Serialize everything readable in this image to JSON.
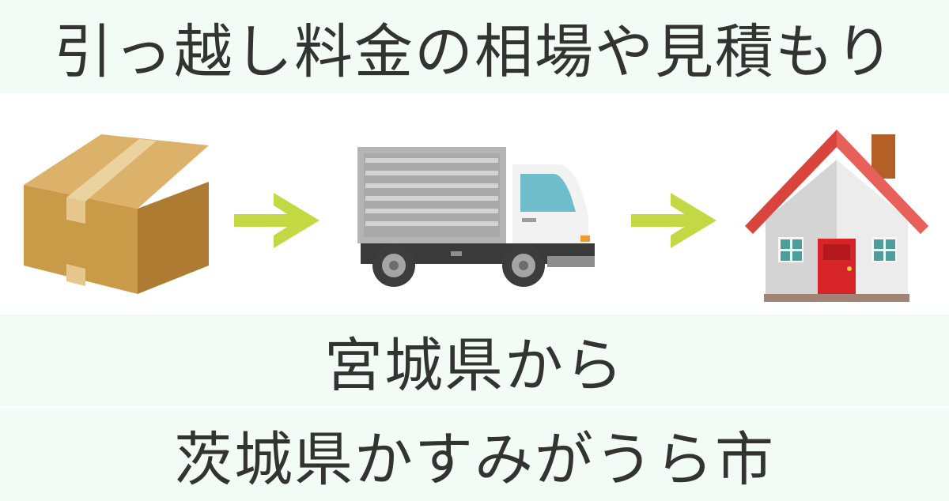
{
  "title": "引っ越し料金の相場や見積もり",
  "route": {
    "from": "宮城県から",
    "to": "茨城県かすみがうら市"
  },
  "icons": [
    "cardboard-box-icon",
    "arrow-right-icon",
    "moving-truck-icon",
    "arrow-right-icon",
    "house-icon"
  ],
  "colors": {
    "band_background": "#f3fbf6",
    "text": "#333333",
    "arrow": "#c3d944",
    "box": "#c99a48",
    "roof": "#d9443c",
    "door": "#d62428"
  }
}
